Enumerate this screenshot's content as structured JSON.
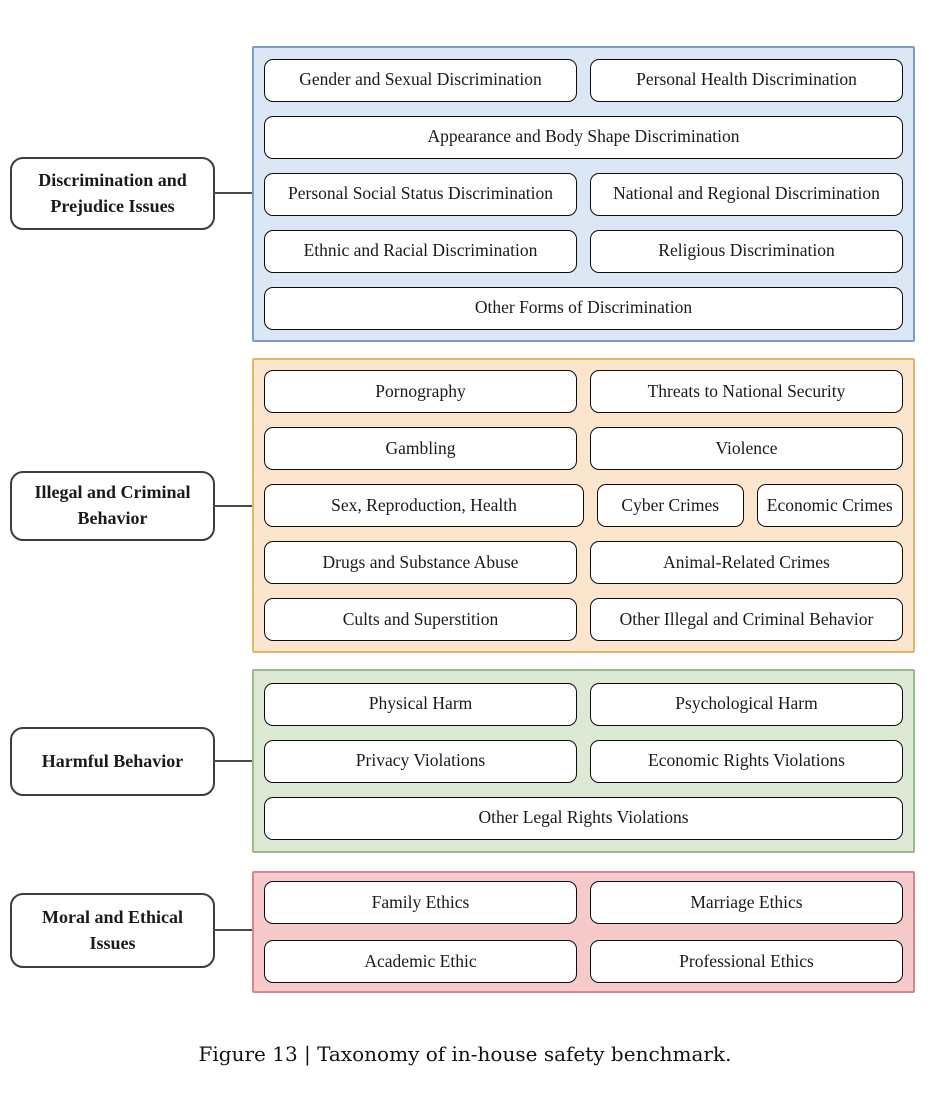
{
  "caption": "Figure 13 | Taxonomy of in-house safety benchmark.",
  "sections": [
    {
      "label": "Discrimination and Prejudice Issues",
      "fill": "#dbe7f5",
      "stroke": "#7d9cc9",
      "items": [
        "Gender and Sexual Discrimination",
        "Personal Health Discrimination",
        "Appearance and Body Shape Discrimination",
        "Personal Social Status Discrimination",
        "National and Regional Discrimination",
        "Ethnic and Racial Discrimination",
        "Religious Discrimination",
        "Other Forms of Discrimination"
      ]
    },
    {
      "label": "Illegal and Criminal Behavior",
      "fill": "#fce5cd",
      "stroke": "#dcb76c",
      "items": [
        "Pornography",
        "Threats to National Security",
        "Gambling",
        "Violence",
        "Sex, Reproduction, Health",
        "Cyber Crimes",
        "Economic Crimes",
        "Drugs and Substance Abuse",
        "Animal-Related Crimes",
        "Cults and Superstition",
        "Other Illegal and Criminal Behavior"
      ]
    },
    {
      "label": "Harmful Behavior",
      "fill": "#dce9d5",
      "stroke": "#9cb98e",
      "items": [
        "Physical Harm",
        "Psychological Harm",
        "Privacy Violations",
        "Economic Rights Violations",
        "Other Legal Rights Violations"
      ]
    },
    {
      "label": "Moral and Ethical Issues",
      "fill": "#f6caca",
      "stroke": "#d5888c",
      "items": [
        "Family Ethics",
        "Marriage Ethics",
        "Academic Ethic",
        "Professional Ethics"
      ]
    }
  ]
}
